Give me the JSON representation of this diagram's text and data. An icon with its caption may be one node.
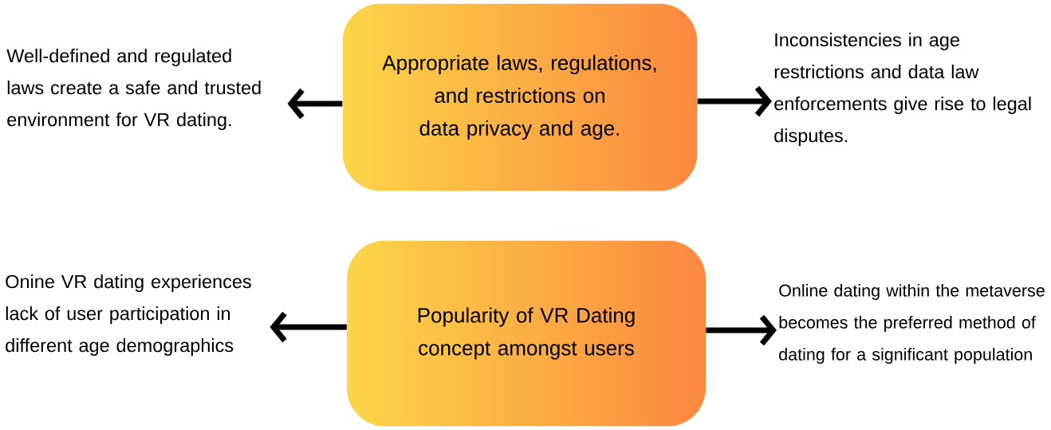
{
  "diagram": {
    "nodes": [
      {
        "text": [
          "Well-defined and regulated laws create a safe and trusted environment for VR dating."
        ]
      },
      {
        "text": [
          "Appropriate laws, regulations, and restrictions on data privacy and age."
        ]
      },
      {
        "text": [
          "Inconsistencies in age restrictions and data law enforcements give rise to legal disputes."
        ]
      },
      {
        "text": [
          "Onine VR dating experiences lack of user participation in different age demographics"
        ]
      },
      {
        "text": [
          "Popularity of VR Dating concept amongst users"
        ]
      },
      {
        "text": [
          "Online dating within the metaverse becomes the preferred method of dating for a significant population"
        ]
      }
    ],
    "edges": [
      {
        "from": 1,
        "to": 0,
        "arrow": "to"
      },
      {
        "from": 1,
        "to": 2,
        "arrow": "to"
      },
      {
        "from": 4,
        "to": 3,
        "arrow": "to"
      },
      {
        "from": 4,
        "to": 5,
        "arrow": "to"
      }
    ]
  }
}
